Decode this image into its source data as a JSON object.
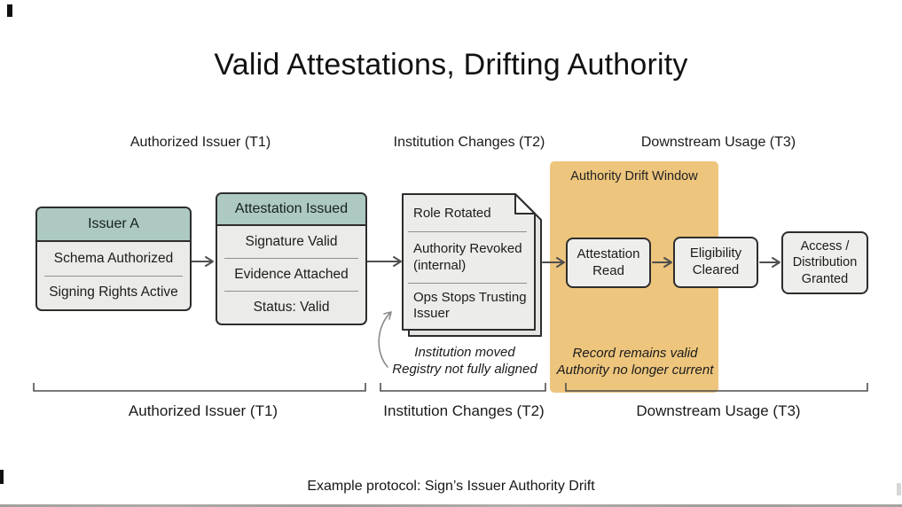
{
  "title": "Valid Attestations, Drifting Authority",
  "caption": "Example protocol: Sign’s Issuer Authority Drift",
  "colors": {
    "teal_header": "#adc9c2",
    "box_fill": "#ebebe9",
    "drift_window_fill": "#edc57d",
    "border": "#2d2d2d",
    "arrow": "#4f4f4f"
  },
  "top_labels": {
    "t1": "Authorized Issuer (T1)",
    "t2": "Institution Changes (T2)",
    "t3": "Downstream Usage (T3)"
  },
  "bottom_labels": {
    "t1": "Authorized Issuer (T1)",
    "t2": "Institution Changes (T2)",
    "t3": "Downstream Usage (T3)"
  },
  "issuer_box": {
    "header": "Issuer A",
    "row1": "Schema Authorized",
    "row2": "Signing Rights Active"
  },
  "attestation_box": {
    "header": "Attestation Issued",
    "row1": "Signature Valid",
    "row2": "Evidence Attached",
    "row3": "Status: Valid"
  },
  "document_box": {
    "item1": "Role Rotated",
    "item2": "Authority Revoked (internal)",
    "item3": "Ops Stops Trusting Issuer",
    "note": "Institution moved\nRegistry not fully aligned"
  },
  "drift_window": {
    "label": "Authority Drift Window",
    "note": "Record remains valid\nAuthority no longer current"
  },
  "flow_boxes": {
    "read": "Attestation Read",
    "cleared": "Eligibility Cleared",
    "granted": "Access / Distribution Granted"
  }
}
